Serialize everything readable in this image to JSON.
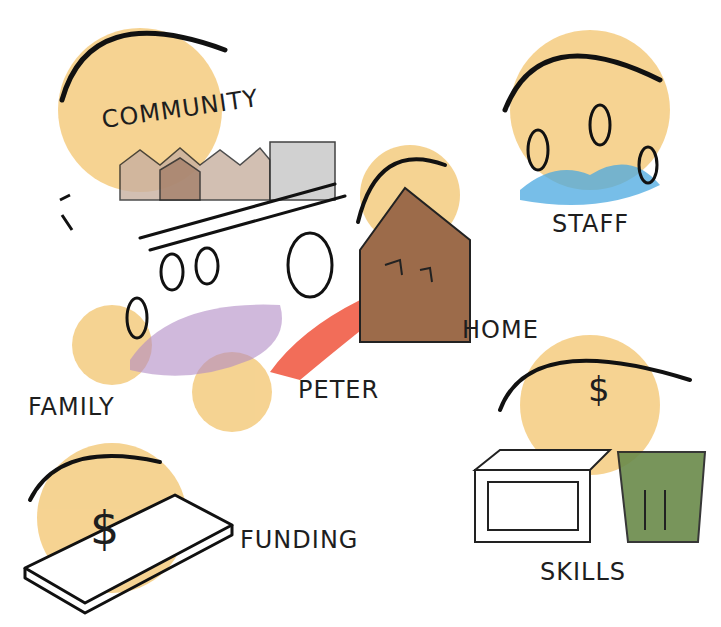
{
  "diagram": {
    "labels": [
      "COMMUNITY",
      "STAFF",
      "HOME",
      "FAMILY",
      "PETER",
      "$",
      "$",
      "FUNDING",
      "SKILLS"
    ]
  }
}
